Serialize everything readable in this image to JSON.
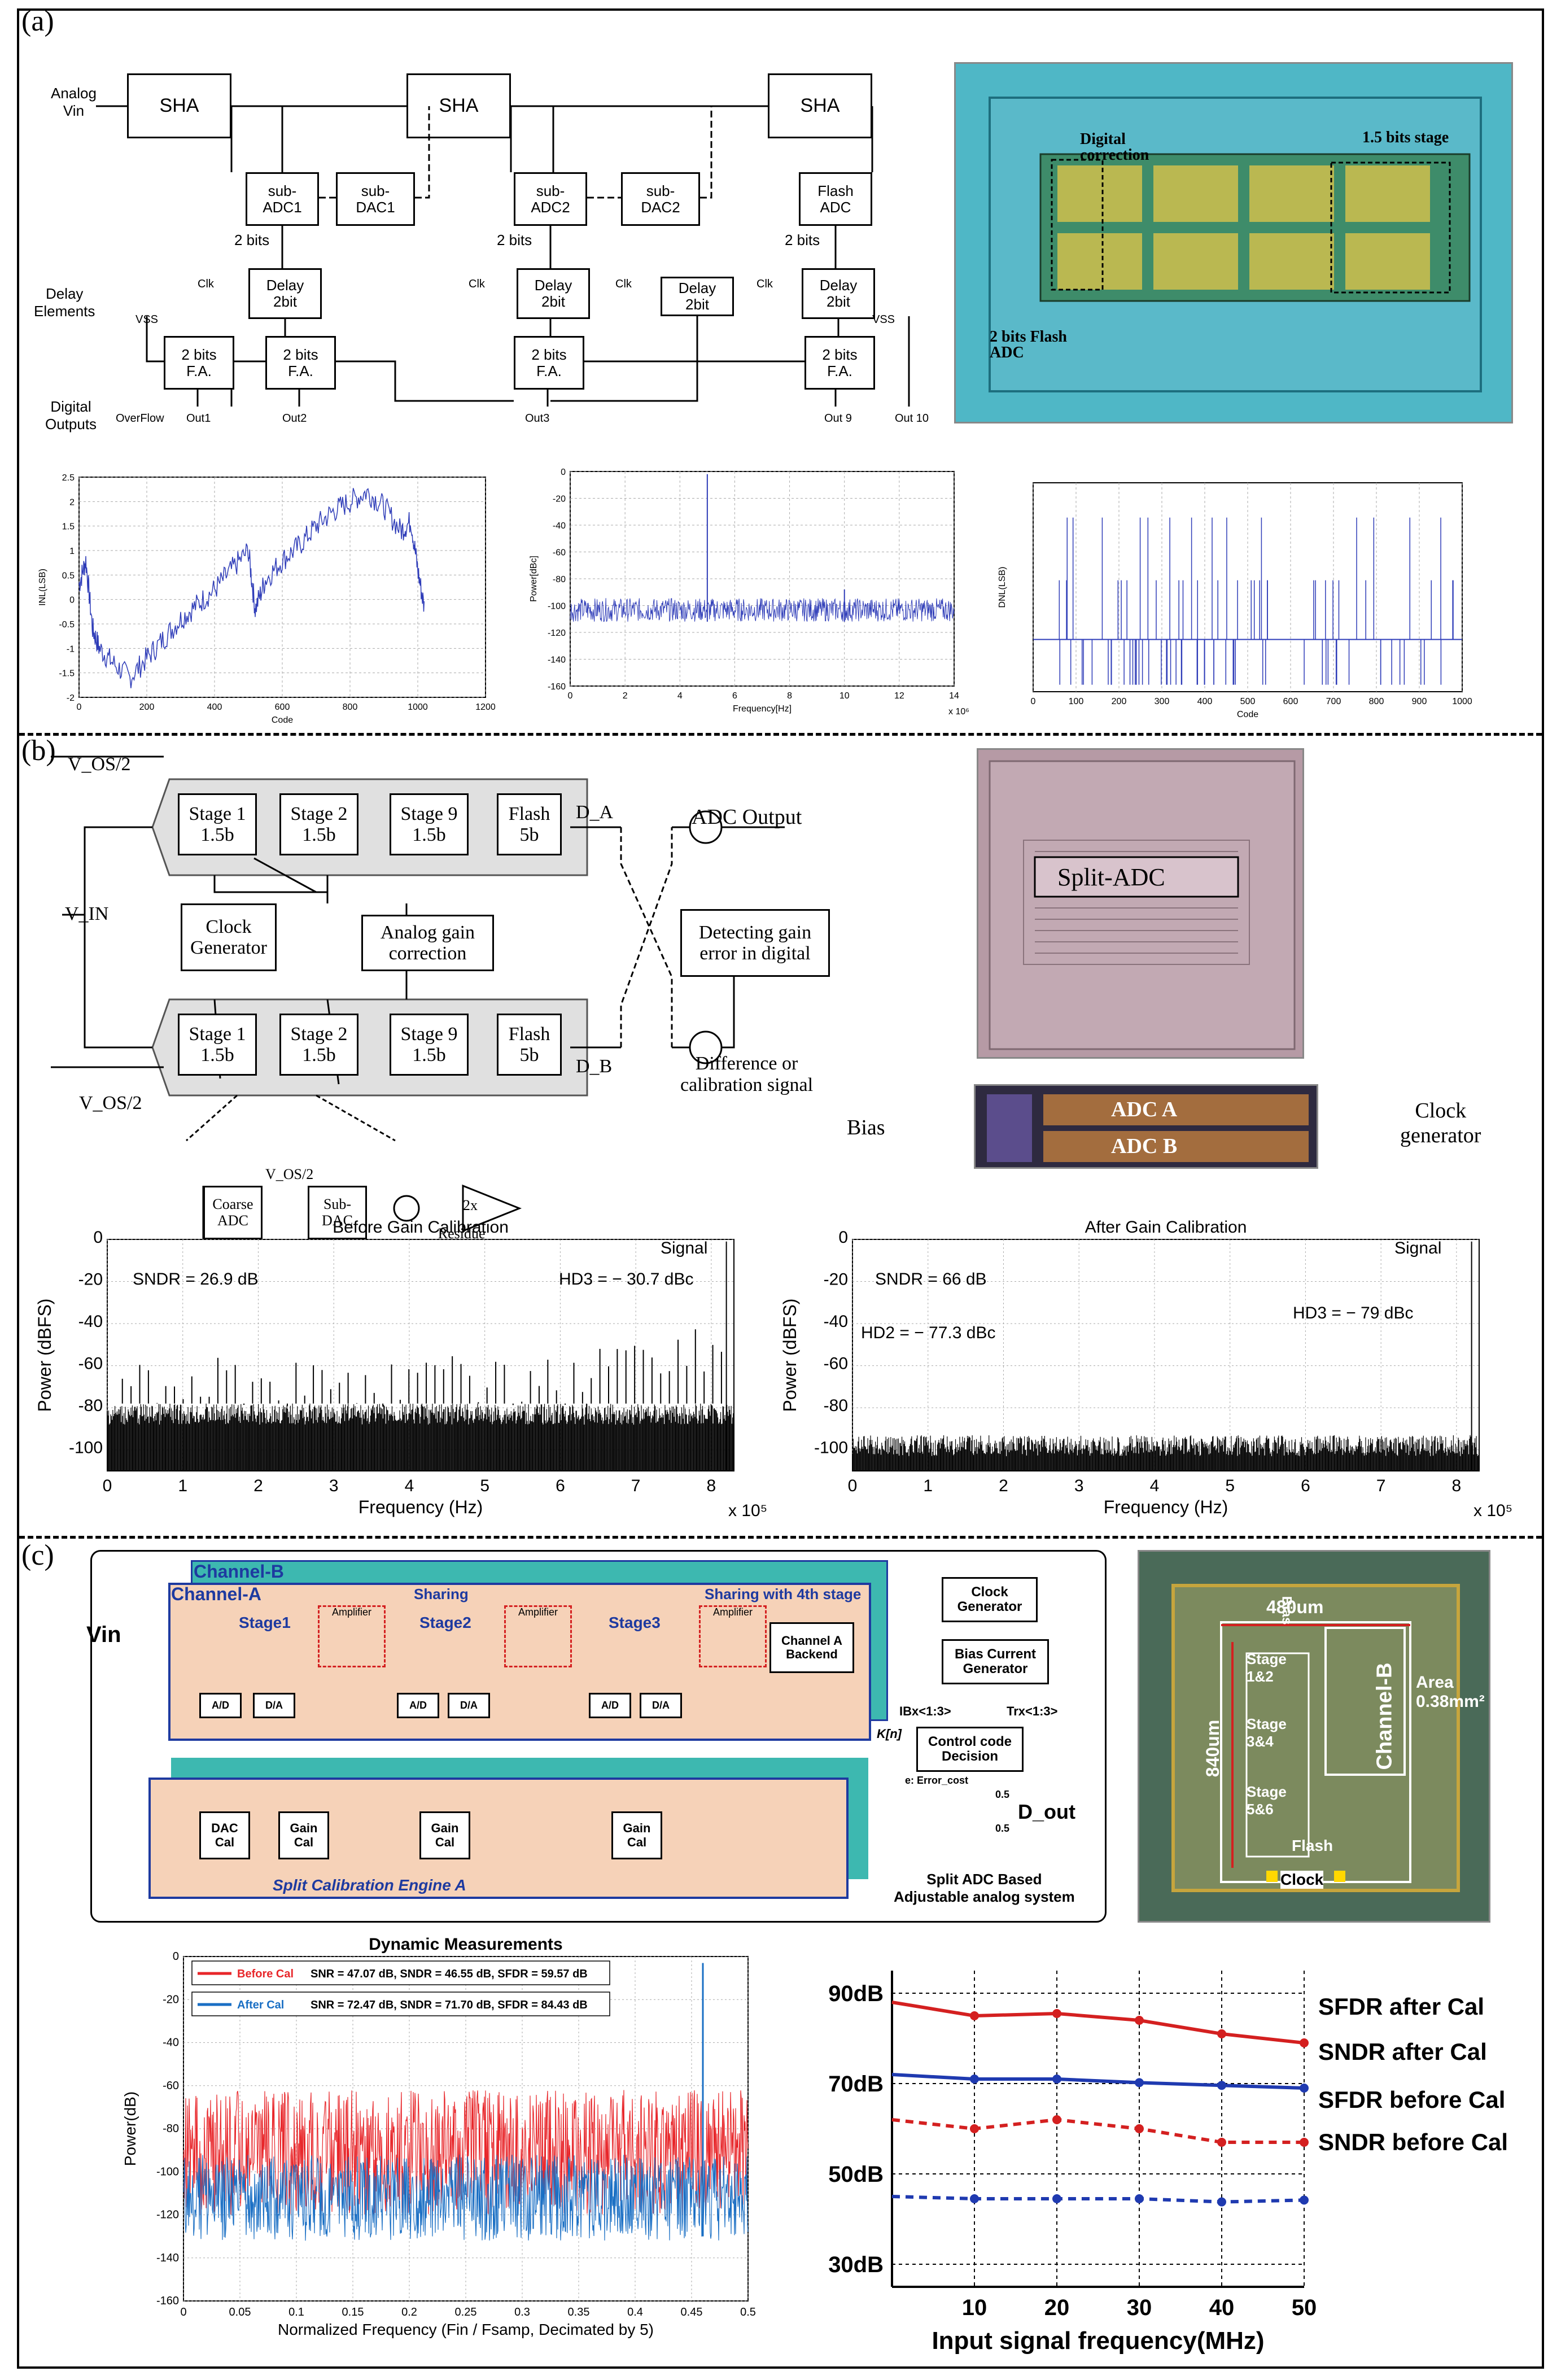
{
  "panels": {
    "a": {
      "label": "(a)",
      "diagram": {
        "left_labels": [
          "Analog\nVin",
          "Delay\nElements",
          "Digital\nOutputs"
        ],
        "sha": [
          "SHA",
          "SHA",
          "SHA"
        ],
        "sub_blocks": [
          "sub-\nADC1",
          "sub-\nDAC1",
          "sub-\nADC2",
          "sub-\nDAC2",
          "Flash\nADC"
        ],
        "bits_labels": [
          "2 bits",
          "2 bits",
          "2 bits"
        ],
        "delay": [
          "Delay\n2bit",
          "Delay\n2bit",
          "Delay\n2bit",
          "Delay\n2bit"
        ],
        "clk": "Clk",
        "fa": [
          "2 bits\nF.A.",
          "2 bits\nF.A.",
          "2 bits\nF.A.",
          "2 bits\nF.A."
        ],
        "vss": "VSS",
        "outputs": [
          "OverFlow",
          "Out1",
          "Out2",
          "Out3",
          "Out 9",
          "Out 10"
        ]
      },
      "chip": {
        "labels": [
          "Digital\ncorrection",
          "1.5 bits stage",
          "2 bits Flash\nADC"
        ]
      }
    },
    "b": {
      "label": "(b)",
      "diagram": {
        "vos_top": "V_OS/2",
        "vos_bottom": "V_OS/2",
        "vin": "V_IN",
        "stages_top": [
          "Stage 1\n1.5b",
          "Stage 2\n1.5b",
          "Stage 9\n1.5b",
          "Flash\n5b"
        ],
        "stages_bottom": [
          "Stage 1\n1.5b",
          "Stage 2\n1.5b",
          "Stage 9\n1.5b",
          "Flash\n5b"
        ],
        "da": "D_A",
        "db": "D_B",
        "adc_output": "ADC Output",
        "clock_gen": "Clock\nGenerator",
        "analog_gain": "Analog gain\ncorrection",
        "detect_gain": "Detecting gain\nerror in digital",
        "diff_cal": "Difference or\ncalibration signal",
        "sub_labels": [
          "Coarse\nADC",
          "Sub-\nDAC",
          "2x",
          "Residue\namplifier",
          "V_OS/2"
        ]
      },
      "chip": {
        "split_adc": "Split-ADC",
        "bias": "Bias",
        "adc_a": "ADC A",
        "adc_b": "ADC B",
        "clock_generator": "Clock\ngenerator"
      }
    },
    "c": {
      "label": "(c)",
      "diagram": {
        "channel_b": "Channel-B",
        "channel_a": "Channel-A",
        "sharing": "Sharing",
        "sharing4": "Sharing with 4th stage",
        "vin": "Vin",
        "stages": [
          "Stage1",
          "Stage2",
          "Stage3"
        ],
        "amplifier": "Amplifier",
        "ad": "A/D",
        "da": "D/A",
        "backend": "Channel A\nBackend",
        "clock_gen": "Clock\nGenerator",
        "bias_gen": "Bias Current\nGenerator",
        "ibx": "IBx<1:3>",
        "trx": "Trx<1:3>",
        "kn": "K[n]",
        "control": "Control code\nDecision",
        "error_cost": "e: Error_cost",
        "dac_cal": "DAC\nCal",
        "gain_cal": "Gain\nCal",
        "engine": "Split Calibration Engine A",
        "dout": "D_out",
        "half": "0.5",
        "system": "Split ADC Based\nAdjustable analog system"
      },
      "chip": {
        "w": "480um",
        "h": "840um",
        "area": "Area\n0.38mm²",
        "channel_b": "Channel-B",
        "bias": "Bias",
        "stages": [
          "Stage\n1&2",
          "Stage\n3&4",
          "Stage\n5&6"
        ],
        "flash": "Flash",
        "clock": "Clock"
      }
    }
  },
  "chart_data": [
    {
      "id": "a-inl",
      "type": "line",
      "xlabel": "Code",
      "ylabel": "INL(LSB)",
      "xlim": [
        0,
        1200
      ],
      "ylim": [
        -2,
        2.5
      ],
      "xticks": [
        0,
        200,
        400,
        600,
        800,
        1000,
        1200
      ],
      "yticks": [
        -2,
        -1.5,
        -1,
        -0.5,
        0,
        0.5,
        1,
        1.5,
        2,
        2.5
      ],
      "color": "#2e3cb8",
      "series": [
        {
          "x": [
            0,
            20,
            40,
            60,
            100,
            150,
            200,
            250,
            300,
            350,
            400,
            450,
            500,
            520,
            550,
            600,
            650,
            700,
            750,
            800,
            850,
            900,
            950,
            980,
            1000,
            1020
          ],
          "y": [
            0.3,
            0.8,
            -0.6,
            -1.0,
            -1.3,
            -1.6,
            -1.2,
            -0.8,
            -0.4,
            -0.1,
            0.2,
            0.6,
            1.0,
            -0.2,
            0.4,
            0.8,
            1.1,
            1.5,
            1.8,
            2.0,
            2.2,
            1.9,
            1.4,
            1.6,
            0.6,
            -0.2
          ]
        }
      ]
    },
    {
      "id": "a-spectrum",
      "type": "line",
      "xlabel": "Frequency[Hz]",
      "ylabel": "Power[dBc]",
      "xlim": [
        0,
        14
      ],
      "ylim": [
        -160,
        0
      ],
      "xticks": [
        0,
        2,
        4,
        6,
        8,
        10,
        12,
        14
      ],
      "yticks": [
        0,
        -20,
        -40,
        -60,
        -80,
        -100,
        -120,
        -140,
        -160
      ],
      "x_exponent": "x 10⁶",
      "color": "#2e3cb8",
      "peaks": [
        {
          "x": 5.0,
          "y": -2
        },
        {
          "x": 10.0,
          "y": -88
        }
      ],
      "noise_floor": [
        -112,
        -128
      ]
    },
    {
      "id": "a-dnl",
      "type": "bar",
      "xlabel": "Code",
      "ylabel": "DNL(LSB)",
      "xlim": [
        0,
        1000
      ],
      "ylim": [
        -1,
        2
      ],
      "xticks": [
        0,
        100,
        200,
        300,
        400,
        500,
        600,
        700,
        800,
        900,
        1000
      ],
      "color": "#2e3cb8",
      "baseline": -0.25
    },
    {
      "id": "b-before",
      "type": "line",
      "title": "Before Gain Calibration",
      "xlabel": "Frequency (Hz)",
      "ylabel": "Power (dBFS)",
      "xlim": [
        0,
        8.3
      ],
      "ylim": [
        -110,
        0
      ],
      "xticks": [
        0,
        1,
        2,
        3,
        4,
        5,
        6,
        7,
        8
      ],
      "yticks": [
        0,
        -20,
        -40,
        -60,
        -80,
        -100
      ],
      "x_exponent": "x 10⁵",
      "annotations": [
        "SNDR = 26.9 dB",
        "HD3 = − 30.7 dBc",
        "Signal"
      ],
      "color": "#000000"
    },
    {
      "id": "b-after",
      "type": "line",
      "title": "After Gain Calibration",
      "xlabel": "Frequency (Hz)",
      "ylabel": "Power (dBFS)",
      "xlim": [
        0,
        8.3
      ],
      "ylim": [
        -110,
        0
      ],
      "xticks": [
        0,
        1,
        2,
        3,
        4,
        5,
        6,
        7,
        8
      ],
      "yticks": [
        0,
        -20,
        -40,
        -60,
        -80,
        -100
      ],
      "x_exponent": "x 10⁵",
      "annotations": [
        "SNDR = 66 dB",
        "HD2 = − 77.3 dBc",
        "HD3 = − 79 dBc",
        "Signal"
      ],
      "color": "#000000"
    },
    {
      "id": "c-dynamic",
      "type": "line",
      "title": "Dynamic Measurements",
      "xlabel": "Normalized Frequency (Fin / Fsamp, Decimated by 5)",
      "ylabel": "Power(dB)",
      "xlim": [
        0,
        0.5
      ],
      "ylim": [
        -160,
        0
      ],
      "xticks": [
        0,
        0.05,
        0.1,
        0.15,
        0.2,
        0.25,
        0.3,
        0.35,
        0.4,
        0.45,
        0.5
      ],
      "yticks": [
        0,
        -20,
        -40,
        -60,
        -80,
        -100,
        -120,
        -140,
        -160
      ],
      "series": [
        {
          "name": "Before Cal",
          "legend": "SNR = 47.07 dB, SNDR = 46.55 dB, SFDR = 59.57 dB",
          "color": "#e8262a"
        },
        {
          "name": "After Cal",
          "legend": "SNR = 72.47 dB, SNDR = 71.70 dB, SFDR = 84.43 dB",
          "color": "#1a6fc4"
        }
      ],
      "signal_bin": 0.46
    },
    {
      "id": "c-perf",
      "type": "line",
      "xlabel": "Input signal frequency(MHz)",
      "ylabel": "",
      "x": [
        0,
        10,
        20,
        30,
        40,
        50
      ],
      "xticks": [
        10,
        20,
        30,
        40,
        50
      ],
      "yticks": [
        "30dB",
        "50dB",
        "70dB",
        "90dB"
      ],
      "ylim": [
        25,
        95
      ],
      "series": [
        {
          "name": "SFDR after Cal",
          "values": [
            88,
            85,
            85.5,
            84,
            81,
            79
          ],
          "color": "#d42020",
          "dash": false
        },
        {
          "name": "SNDR after Cal",
          "values": [
            72,
            71,
            71,
            70.2,
            69.6,
            69
          ],
          "color": "#1f3ab0",
          "dash": false
        },
        {
          "name": "SFDR before Cal",
          "values": [
            62,
            60,
            62,
            60,
            57,
            57
          ],
          "color": "#d42020",
          "dash": true
        },
        {
          "name": "SNDR before Cal",
          "values": [
            45,
            44.5,
            44.5,
            44.5,
            43.8,
            44.2
          ],
          "color": "#1f3ab0",
          "dash": true
        }
      ]
    }
  ]
}
